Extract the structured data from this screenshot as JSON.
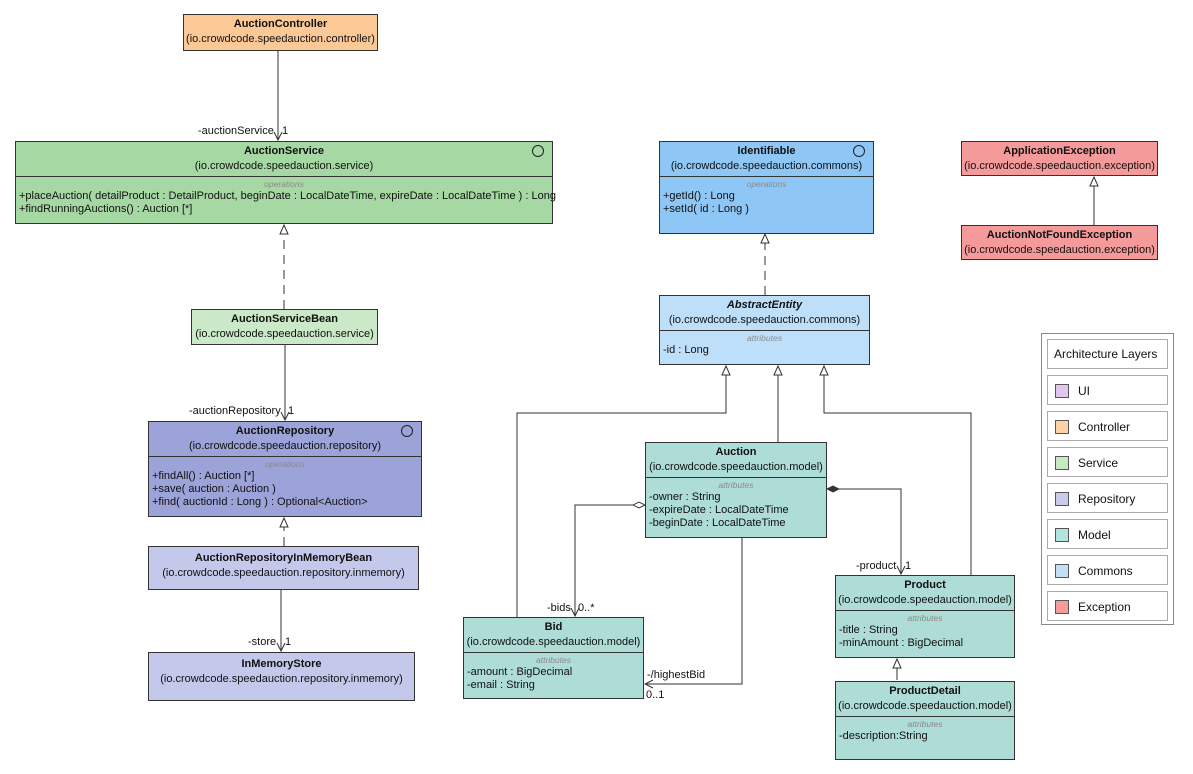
{
  "classes": {
    "auction_controller": {
      "name": "AuctionController",
      "package": "(io.crowdcode.speedauction.controller)"
    },
    "auction_service": {
      "name": "AuctionService",
      "package": "(io.crowdcode.speedauction.service)",
      "section": "operations",
      "members": [
        {
          "text": "+placeAuction( detailProduct : DetailProduct, beginDate : LocalDateTime, expireDate : LocalDateTime ) : Long"
        },
        {
          "text": "+findRunningAuctions() : Auction [*]"
        }
      ]
    },
    "auction_service_bean": {
      "name": "AuctionServiceBean",
      "package": "(io.crowdcode.speedauction.service)"
    },
    "auction_repository": {
      "name": "AuctionRepository",
      "package": "(io.crowdcode.speedauction.repository)",
      "section": "operations",
      "members": [
        {
          "text": "+findAll() : Auction [*]"
        },
        {
          "text": "+save( auction : Auction )"
        },
        {
          "text": "+find( auctionId : Long ) : Optional<Auction>"
        }
      ]
    },
    "auction_repository_inmemory_bean": {
      "name": "AuctionRepositoryInMemoryBean",
      "package": "(io.crowdcode.speedauction.repository.inmemory)"
    },
    "in_memory_store": {
      "name": "InMemoryStore",
      "package": "(io.crowdcode.speedauction.repository.inmemory)"
    },
    "identifiable": {
      "name": "Identifiable",
      "package": "(io.crowdcode.speedauction.commons)",
      "section": "operations",
      "members": [
        {
          "text": "+getId() : Long"
        },
        {
          "text": "+setId( id : Long )"
        }
      ]
    },
    "abstract_entity": {
      "name": "AbstractEntity",
      "package": "(io.crowdcode.speedauction.commons)",
      "section": "attributes",
      "members": [
        {
          "text": "-id : Long"
        }
      ]
    },
    "auction": {
      "name": "Auction",
      "package": "(io.crowdcode.speedauction.model)",
      "section": "attributes",
      "members": [
        {
          "text": "-owner : String"
        },
        {
          "text": "-expireDate : LocalDateTime"
        },
        {
          "text": "-beginDate : LocalDateTime"
        }
      ]
    },
    "bid": {
      "name": "Bid",
      "package": "(io.crowdcode.speedauction.model)",
      "section": "attributes",
      "members": [
        {
          "text": "-amount : BigDecimal"
        },
        {
          "text": "-email : String"
        }
      ]
    },
    "product": {
      "name": "Product",
      "package": "(io.crowdcode.speedauction.model)",
      "section": "attributes",
      "members": [
        {
          "text": "-title : String"
        },
        {
          "text": "-minAmount : BigDecimal"
        }
      ]
    },
    "product_detail": {
      "name": "ProductDetail",
      "package": "(io.crowdcode.speedauction.model)",
      "section": "attributes",
      "members": [
        {
          "text": "-description:String"
        }
      ]
    },
    "application_exception": {
      "name": "ApplicationException",
      "package": "(io.crowdcode.speedauction.exception)"
    },
    "auction_not_found_exception": {
      "name": "AuctionNotFoundException",
      "package": "(io.crowdcode.speedauction.exception)"
    }
  },
  "labels": {
    "auction_service_role": "-auctionService",
    "auction_service_mult": "1",
    "auction_repository_role": "-auctionRepository",
    "auction_repository_mult": "1",
    "store_role": "-store",
    "store_mult": "1",
    "bids_role": "-bids",
    "bids_mult": "0..*",
    "product_role": "-product",
    "product_mult": "1",
    "highest_bid_role": "-/highestBid",
    "highest_bid_mult": "0..1"
  },
  "legend": {
    "title": "Architecture Layers",
    "items": [
      {
        "label": "UI",
        "color": "#e3c6ef"
      },
      {
        "label": "Controller",
        "color": "#fbd3a4"
      },
      {
        "label": "Service",
        "color": "#c7e8c2"
      },
      {
        "label": "Repository",
        "color": "#c9cbeb"
      },
      {
        "label": "Model",
        "color": "#b2e3dd"
      },
      {
        "label": "Commons",
        "color": "#c2dff8"
      },
      {
        "label": "Exception",
        "color": "#f49b9b"
      }
    ]
  },
  "colors": {
    "controller": "#fcc896",
    "service": "#a6d8a4",
    "service_impl": "#cbe8c8",
    "repository": "#9ba3d8",
    "repository_impl": "#c4c8eb",
    "commons_interface": "#8ec6f5",
    "commons": "#bedffa",
    "model": "#aedcd6",
    "exception": "#f59a9a"
  }
}
